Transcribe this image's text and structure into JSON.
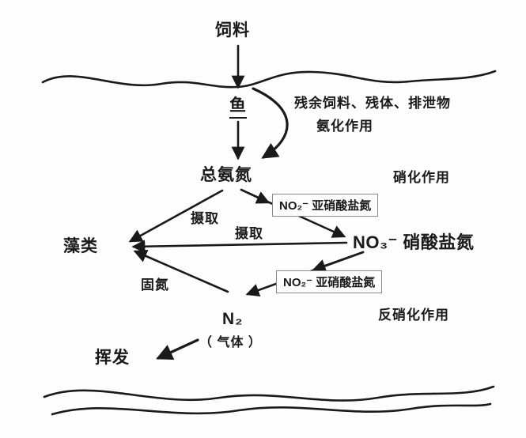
{
  "diagram_title": "aquaculture-nitrogen-cycle",
  "nodes": {
    "feed": "饲料",
    "fish": "鱼",
    "ammonia": "总氨氮",
    "algae": "藻类",
    "nitrate": "NO₃⁻ 硝酸盐氮",
    "nitrite_top": "NO₂⁻ 亚硝酸盐氮",
    "nitrite_bottom": "NO₂⁻ 亚硝酸盐氮",
    "n2": "N₂",
    "n2_gas": "（ 气体 ）",
    "volatilize": "挥发"
  },
  "labels": {
    "residue": "残余饲料、残体、排泄物",
    "ammonification": "氨化作用",
    "nitrification": "硝化作用",
    "uptake_ammonia": "摄取",
    "uptake_nitrate": "摄取",
    "fixation": "固氮",
    "denitrification": "反硝化作用"
  },
  "colors": {
    "ink": "#1a1a1a",
    "background": "#fdfdfd",
    "box_border": "#8a8a8a"
  }
}
